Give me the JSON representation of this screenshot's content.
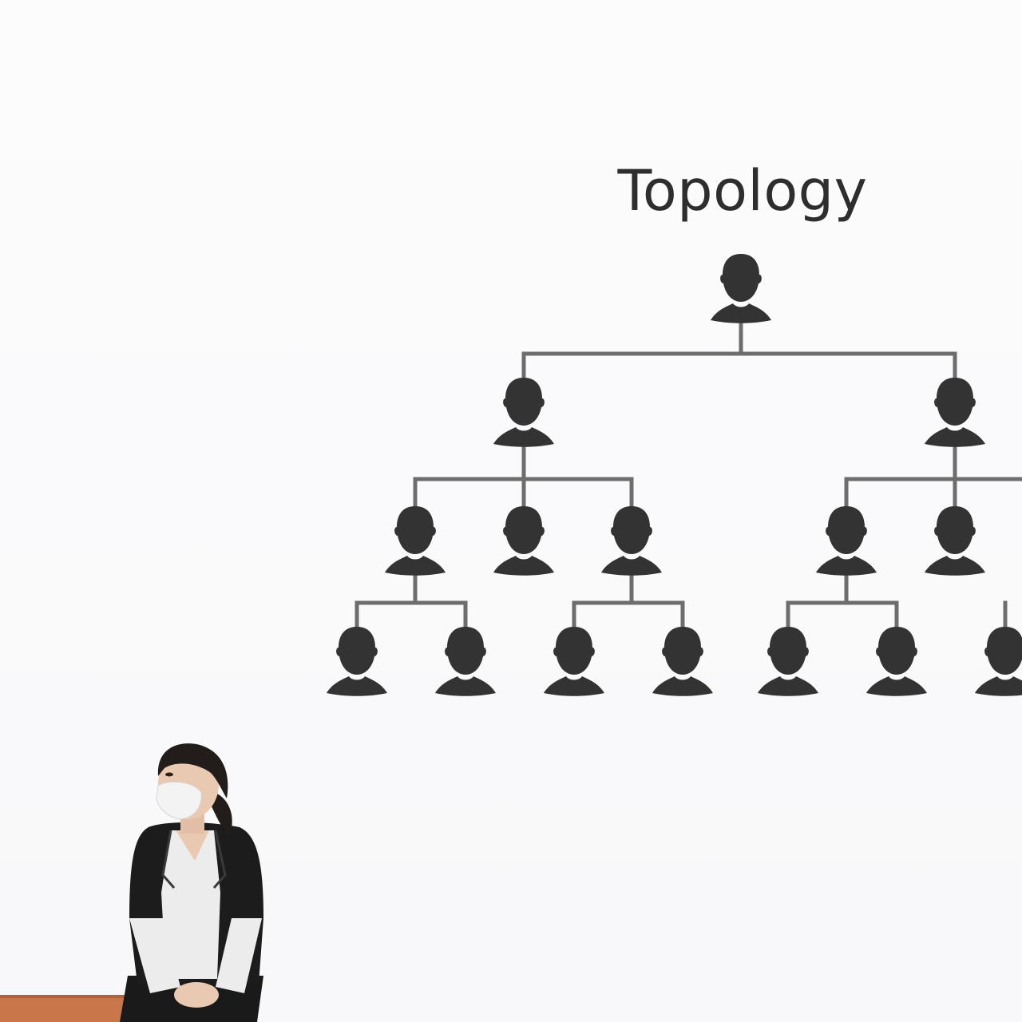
{
  "diagram": {
    "title": "Topology",
    "colors": {
      "node": "#333333",
      "connector": "#6d6d6d",
      "background": "#fbfbfc"
    },
    "nodes": [
      {
        "id": "root",
        "parent": null
      },
      {
        "id": "left",
        "parent": "root"
      },
      {
        "id": "right",
        "parent": "root"
      },
      {
        "id": "left-1",
        "parent": "left"
      },
      {
        "id": "left-2",
        "parent": "left"
      },
      {
        "id": "left-3",
        "parent": "left"
      },
      {
        "id": "right-1",
        "parent": "right"
      },
      {
        "id": "right-2",
        "parent": "right"
      },
      {
        "id": "right-3",
        "parent": "right"
      },
      {
        "id": "left-1-a",
        "parent": "left-1"
      },
      {
        "id": "left-1-b",
        "parent": "left-1"
      },
      {
        "id": "left-3-a",
        "parent": "left-3"
      },
      {
        "id": "left-3-b",
        "parent": "left-3"
      },
      {
        "id": "right-1-a",
        "parent": "right-1"
      },
      {
        "id": "right-1-b",
        "parent": "right-1"
      },
      {
        "id": "right-3-a",
        "parent": "right-3"
      }
    ],
    "node_icon": "person-silhouette-icon"
  },
  "presenter": {
    "icon": "presenter-photo",
    "colors": {
      "jacket": "#1c1c1c",
      "shirt": "#ececec",
      "hair": "#221d1b",
      "skin": "#e9c9b2",
      "mask": "#f3f3f3",
      "bench": "#c9774a"
    }
  }
}
